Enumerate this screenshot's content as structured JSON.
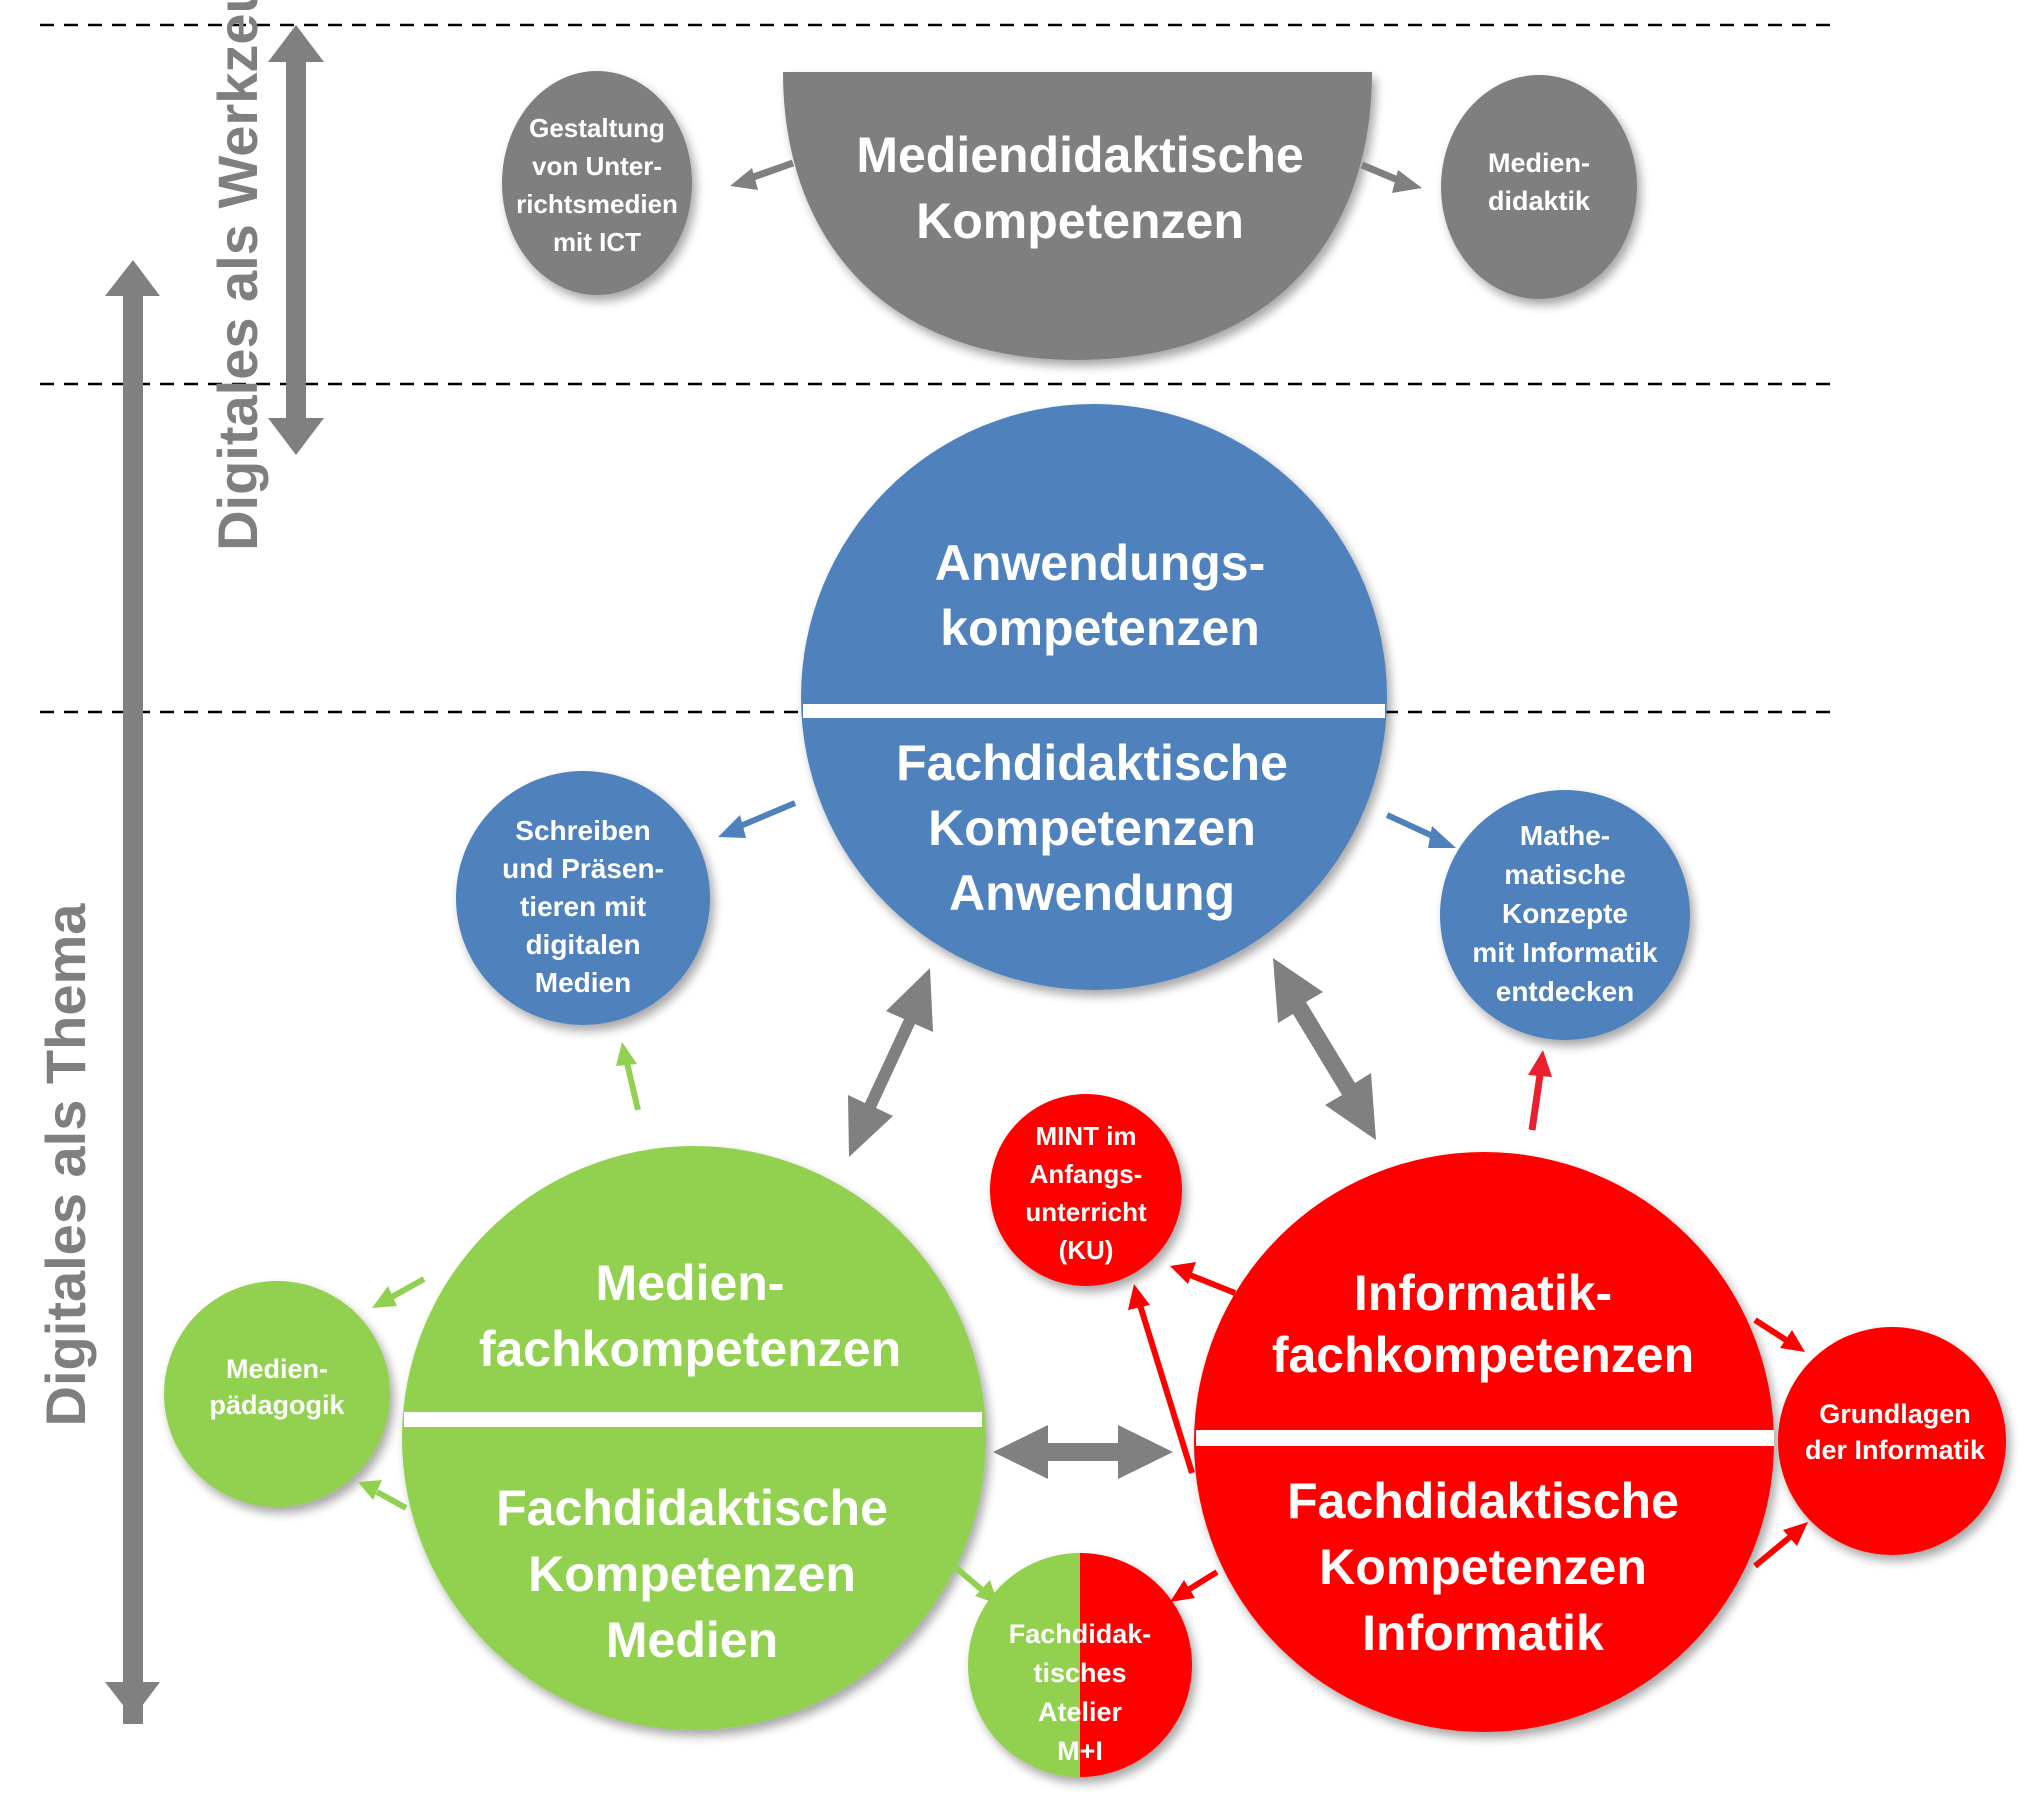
{
  "colors": {
    "gray": "#7f7f7f",
    "blue": "#4f81bd",
    "green": "#92d050",
    "red": "#ff0000",
    "arrow_gray": "#808080",
    "arrow_blue": "#4f81bd",
    "arrow_green": "#92d050",
    "arrow_red": "#ff0000"
  },
  "side_labels": {
    "werkzeug": "Digitales als Werkzeug",
    "thema": "Digitales als Thema"
  },
  "werkzeug_zone": {
    "main": {
      "lines": [
        "Mediendidaktische",
        "Kompetenzen"
      ]
    },
    "left": {
      "lines": [
        "Gestaltung",
        "von Unter-",
        "richtsmedien",
        "mit ICT"
      ]
    },
    "right": {
      "lines": [
        "Medien-",
        "didaktik"
      ]
    }
  },
  "anwendung": {
    "top": {
      "lines": [
        "Anwendungs-",
        "kompetenzen"
      ]
    },
    "bottom": {
      "lines": [
        "Fachdidaktische",
        "Kompetenzen",
        "Anwendung"
      ]
    },
    "left_sub": {
      "lines": [
        "Schreiben",
        "und Präsen-",
        "tieren mit",
        "digitalen",
        "Medien"
      ]
    },
    "right_sub": {
      "lines": [
        "Mathe-",
        "matische",
        "Konzepte",
        "mit Informatik",
        "entdecken"
      ]
    }
  },
  "medien": {
    "top": {
      "lines": [
        "Medien-",
        "fachkompetenzen"
      ]
    },
    "bottom": {
      "lines": [
        "Fachdidaktische",
        "Kompetenzen",
        "Medien"
      ]
    },
    "sub": {
      "lines": [
        "Medien-",
        "pädagogik"
      ]
    }
  },
  "informatik": {
    "top": {
      "lines": [
        "Informatik-",
        "fachkompetenzen"
      ]
    },
    "bottom": {
      "lines": [
        "Fachdidaktische",
        "Kompetenzen",
        "Informatik"
      ]
    },
    "sub_mint": {
      "lines": [
        "MINT im",
        "Anfangs-",
        "unterricht",
        "(KU)"
      ]
    },
    "sub_grundlagen": {
      "lines": [
        "Grundlagen",
        "der Informatik"
      ]
    }
  },
  "atelier": {
    "lines": [
      "Fachdidak-",
      "tisches",
      "Atelier",
      "M+I"
    ]
  }
}
